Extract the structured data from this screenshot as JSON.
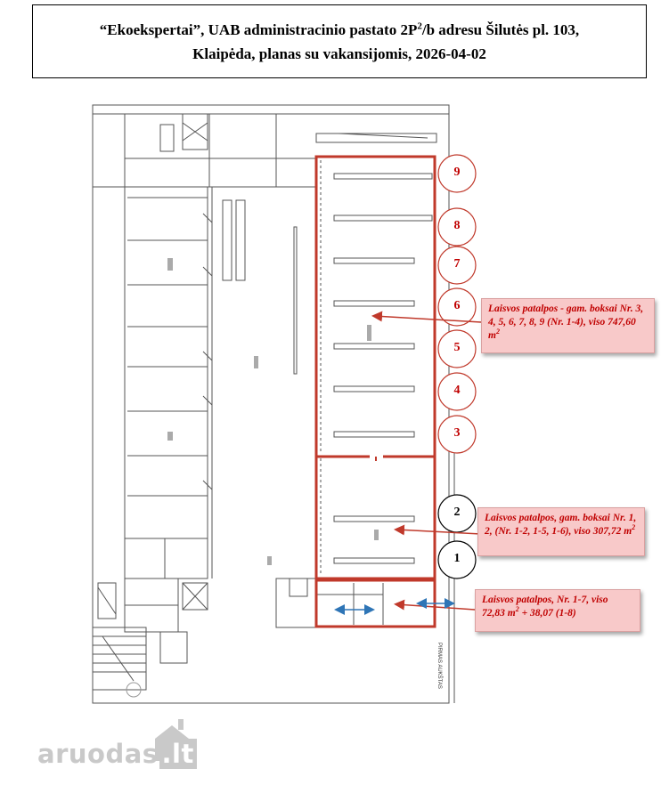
{
  "title": {
    "line1": "“Ekoekspertai”, UAB administracinio pastato 2P",
    "line1_sup": "2",
    "line1_end": "/b adresu Šilutės pl. 103,",
    "line2": "Klaipėda, planas su vakansijomis, 2026-04-02"
  },
  "callouts": [
    {
      "text": "Laisvos patalpos - gam. boksai Nr. 3, 4, 5, 6, 7, 8, 9 (Nr. 1-4), viso 747,60 m",
      "sup": "2"
    },
    {
      "text": "Laisvos patalpos, gam. boksai Nr. 1, 2, (Nr. 1-2, 1-5, 1-6), viso 307,72 m",
      "sup": "2"
    },
    {
      "text1": "Laisvos patalpos, Nr. 1-7, viso",
      "text2": "72,83 m",
      "sup": "2",
      "text3": " + 38,07 (1-8)"
    }
  ],
  "box_numbers": [
    "9",
    "8",
    "7",
    "6",
    "5",
    "4",
    "3",
    "2",
    "1"
  ],
  "plan_side_label": "PIRMAS AUKŠTAS",
  "watermark": "aruodas",
  "watermark_suffix": ".lt",
  "colors": {
    "highlight": "#c0392b",
    "callout_bg": "#f8c9c9",
    "callout_text": "#c00000"
  }
}
